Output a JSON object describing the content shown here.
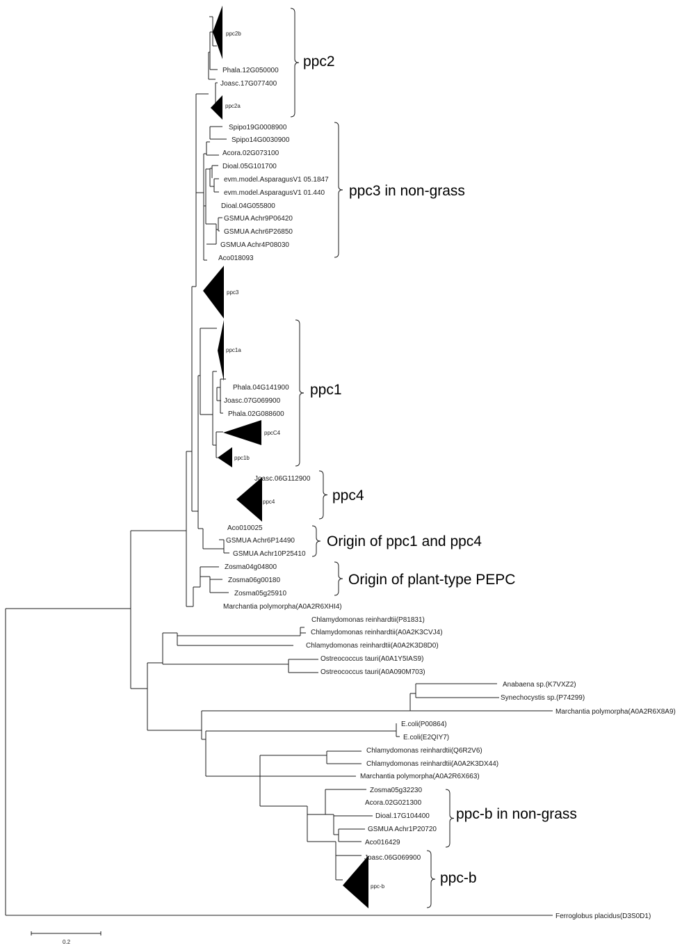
{
  "leaves": [
    "Phala.12G050000",
    "Joasc.17G077400",
    "Spipo19G0008900",
    "Spipo14G0030900",
    "Acora.02G073100",
    "Dioal.05G101700",
    "evm.model.AsparagusV1 05.1847",
    "evm.model.AsparagusV1 01.440",
    "Dioal.04G055800",
    "GSMUA Achr9P06420",
    "GSMUA Achr6P26850",
    "GSMUA Achr4P08030",
    "Aco018093",
    "Phala.04G141900",
    "Joasc.07G069900",
    "Phala.02G088600",
    "Joasc.06G112900",
    "Aco010025",
    "GSMUA Achr6P14490",
    "GSMUA Achr10P25410",
    "Zosma04g04800",
    "Zosma06g00180",
    "Zosma05g25910",
    "Marchantia polymorpha(A0A2R6XHI4)",
    "Chlamydomonas reinhardtii(P81831)",
    "Chlamydomonas reinhardtii(A0A2K3CVJ4)",
    "Chlamydomonas reinhardtii(A0A2K3D8D0)",
    "Ostreococcus tauri(A0A1Y5IAS9)",
    "Ostreococcus tauri(A0A090M703)",
    "Anabaena sp.(K7VXZ2)",
    "Synechocystis  sp.(P74299)",
    "Marchantia polymorpha(A0A2R6X8A9)",
    "E.coli(P00864)",
    "E.coli(E2QIY7)",
    "Chlamydomonas reinhardtii(Q6R2V6)",
    "Chlamydomonas reinhardtii(A0A2K3DX44)",
    "Marchantia polymorpha(A0A2R6X663)",
    "Zosma05g32230",
    "Acora.02G021300",
    "Dioal.17G104400",
    "GSMUA Achr1P20720",
    "Aco016429",
    "Joasc.06G069900",
    "Ferroglobus placidus(D3S0D1)"
  ],
  "collapsed_clades": [
    "ppc2b",
    "ppc2a",
    "ppc3",
    "ppc1a",
    "ppcC4",
    "ppc1b",
    "ppc4",
    "ppc-b"
  ],
  "group_labels": [
    "ppc2",
    "ppc3 in non-grass",
    "ppc1",
    "ppc4",
    "Origin of ppc1 and ppc4",
    "Origin of plant-type PEPC",
    "ppc-b in non-grass",
    "ppc-b"
  ],
  "scale_bar": {
    "label": "0.2",
    "value": 0.2
  }
}
